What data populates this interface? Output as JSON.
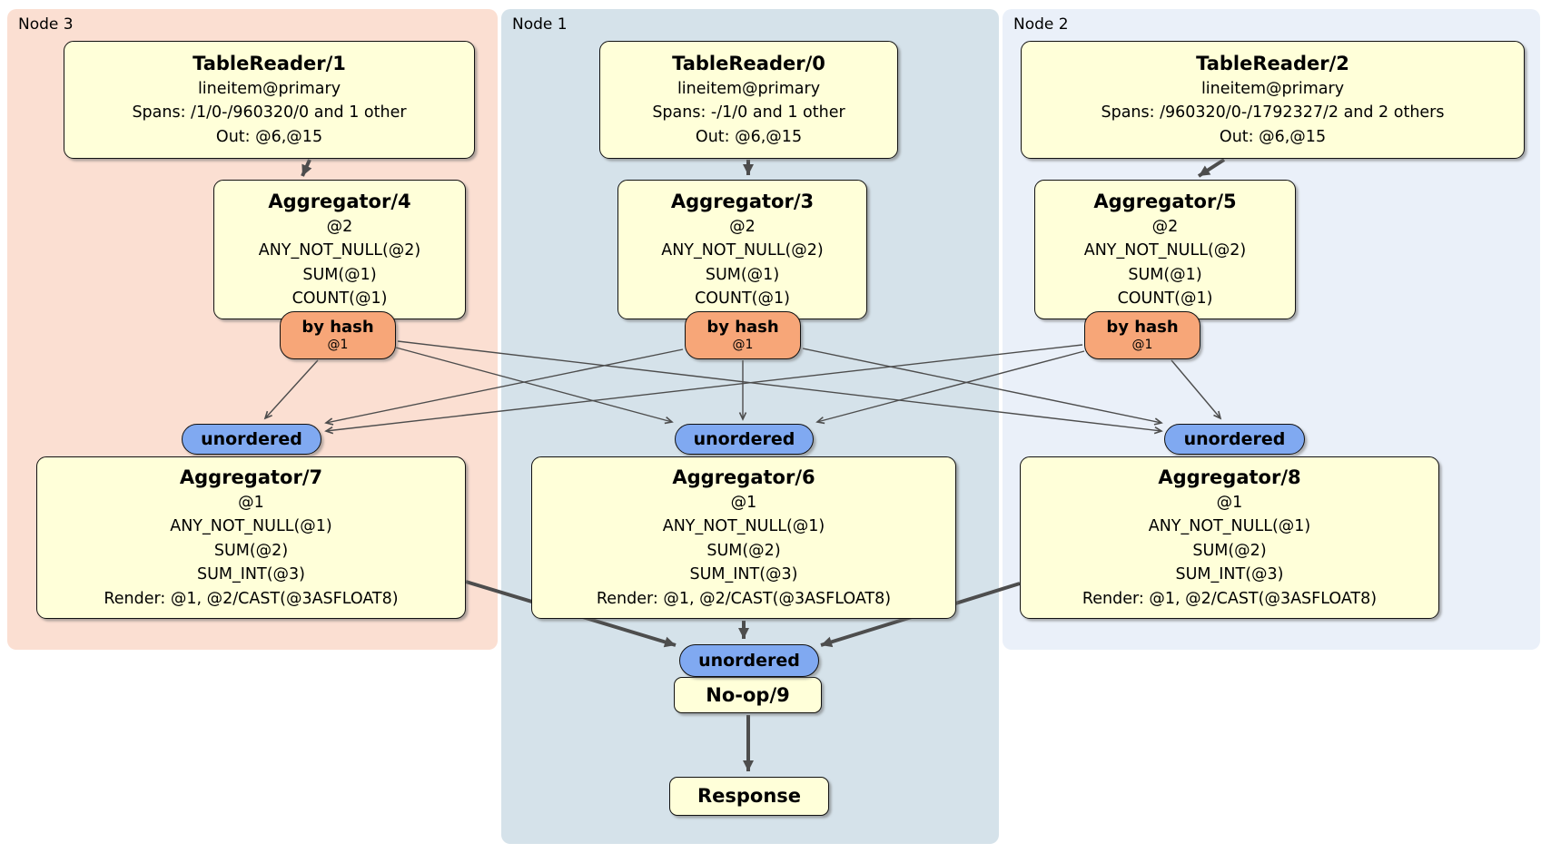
{
  "panels": [
    {
      "label": "Node 3"
    },
    {
      "label": "Node 1"
    },
    {
      "label": "Node 2"
    }
  ],
  "nodes": {
    "tr1": {
      "title": "TableReader/1",
      "lines": [
        "lineitem@primary",
        "Spans: /1/0-/960320/0 and 1 other",
        "Out: @6,@15"
      ]
    },
    "tr0": {
      "title": "TableReader/0",
      "lines": [
        "lineitem@primary",
        "Spans: -/1/0 and 1 other",
        "Out: @6,@15"
      ]
    },
    "tr2": {
      "title": "TableReader/2",
      "lines": [
        "lineitem@primary",
        "Spans: /960320/0-/1792327/2 and 2 others",
        "Out: @6,@15"
      ]
    },
    "agg4": {
      "title": "Aggregator/4",
      "lines": [
        "@2",
        "ANY_NOT_NULL(@2)",
        "SUM(@1)",
        "COUNT(@1)"
      ]
    },
    "agg3": {
      "title": "Aggregator/3",
      "lines": [
        "@2",
        "ANY_NOT_NULL(@2)",
        "SUM(@1)",
        "COUNT(@1)"
      ]
    },
    "agg5": {
      "title": "Aggregator/5",
      "lines": [
        "@2",
        "ANY_NOT_NULL(@2)",
        "SUM(@1)",
        "COUNT(@1)"
      ]
    },
    "agg7": {
      "title": "Aggregator/7",
      "lines": [
        "@1",
        "ANY_NOT_NULL(@1)",
        "SUM(@2)",
        "SUM_INT(@3)",
        "Render: @1, @2/CAST(@3ASFLOAT8)"
      ]
    },
    "agg6": {
      "title": "Aggregator/6",
      "lines": [
        "@1",
        "ANY_NOT_NULL(@1)",
        "SUM(@2)",
        "SUM_INT(@3)",
        "Render: @1, @2/CAST(@3ASFLOAT8)"
      ]
    },
    "agg8": {
      "title": "Aggregator/8",
      "lines": [
        "@1",
        "ANY_NOT_NULL(@1)",
        "SUM(@2)",
        "SUM_INT(@3)",
        "Render: @1, @2/CAST(@3ASFLOAT8)"
      ]
    },
    "noop": {
      "title": "No-op/9"
    },
    "response": {
      "title": "Response"
    }
  },
  "routers": {
    "hash": {
      "label": "by hash",
      "detail": "@1"
    },
    "unordered": {
      "label": "unordered"
    }
  },
  "colors": {
    "node3_bg": "#fbdfd2",
    "node1_bg": "#d5e2ea",
    "node2_bg": "#eaf0f9",
    "box_bg": "#ffffd9",
    "hash_bg": "#f7a678",
    "unordered_bg": "#80a9f1",
    "edge": "#4d4d4d"
  }
}
